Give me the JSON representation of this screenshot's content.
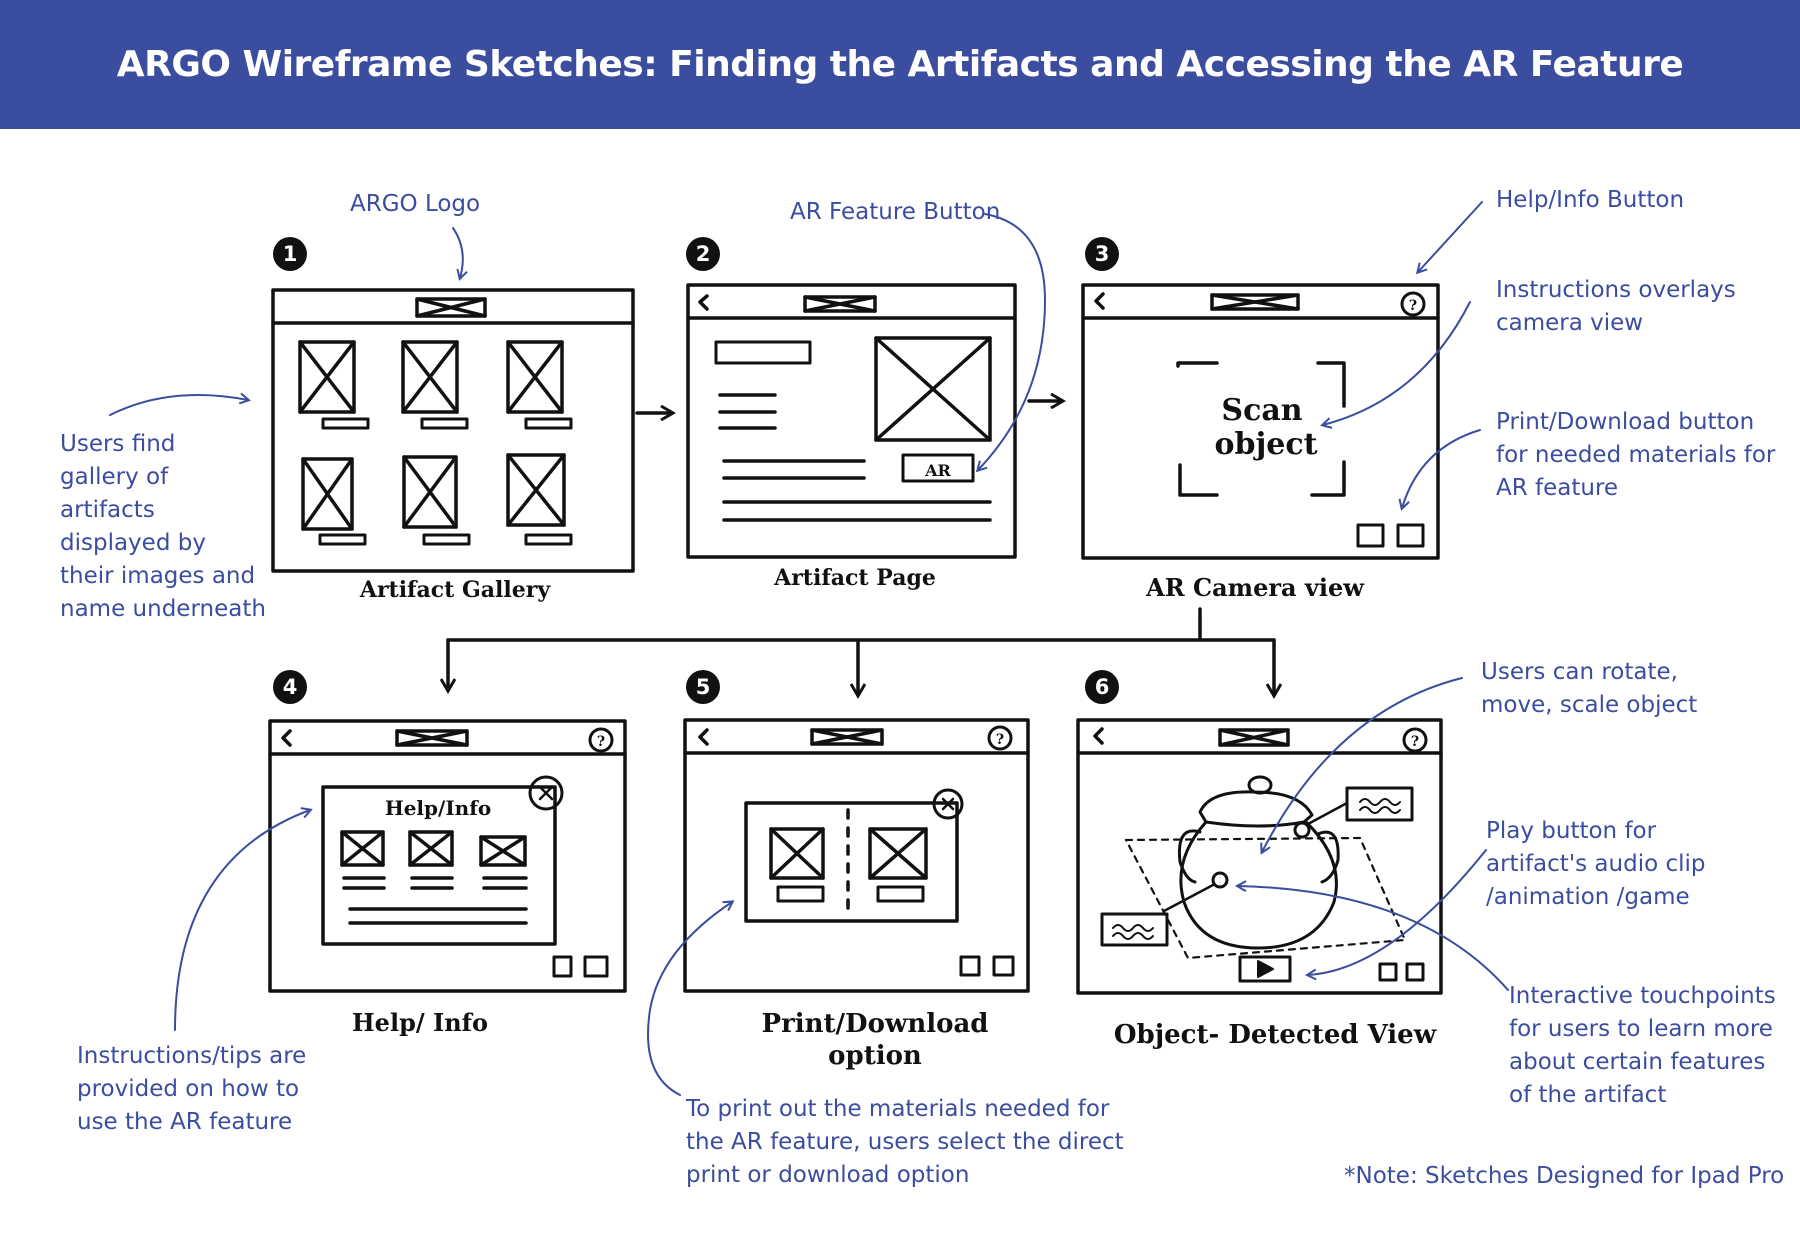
{
  "title": "ARGO Wireframe Sketches: Finding the Artifacts and Accessing the AR Feature",
  "colors": {
    "header": "#3b4d9e",
    "annotation": "#3b4d9e",
    "sketch": "#111111",
    "background": "#ffffff"
  },
  "steps": [
    {
      "number": "1",
      "caption": "Artifact Gallery"
    },
    {
      "number": "2",
      "caption": "Artifact Page"
    },
    {
      "number": "3",
      "caption": "AR Camera view"
    },
    {
      "number": "4",
      "caption": "Help/ Info"
    },
    {
      "number": "5",
      "caption": "Print/Download option"
    },
    {
      "number": "6",
      "caption": "Object- Detected View"
    }
  ],
  "sketch_text": {
    "ar_button": "AR",
    "scan_line1": "Scan",
    "scan_line2": "object",
    "help_title": "Help/Info"
  },
  "annotations": {
    "logo": "ARGO Logo",
    "ar_feature": "AR Feature Button",
    "help_btn": "Help/Info Button",
    "overlay": [
      "Instructions overlays",
      "camera view"
    ],
    "print_btn": [
      "Print/Download button",
      "for needed materials for",
      "AR feature"
    ],
    "gallery": [
      "Users find",
      "gallery of",
      "artifacts",
      "displayed by",
      "their images and",
      "name underneath"
    ],
    "tips": [
      "Instructions/tips are",
      "provided on how to",
      "use the AR feature"
    ],
    "print_out": [
      "To print out the materials needed for",
      "the AR feature, users select the direct",
      "print or download option"
    ],
    "rotate": [
      "Users can rotate,",
      "move, scale object"
    ],
    "play": [
      "Play button for",
      "artifact's audio clip",
      "/animation /game"
    ],
    "touchpoints": [
      "Interactive touchpoints",
      "for users to learn more",
      "about certain features",
      "of the artifact"
    ],
    "footnote": "*Note: Sketches Designed for Ipad Pro"
  }
}
